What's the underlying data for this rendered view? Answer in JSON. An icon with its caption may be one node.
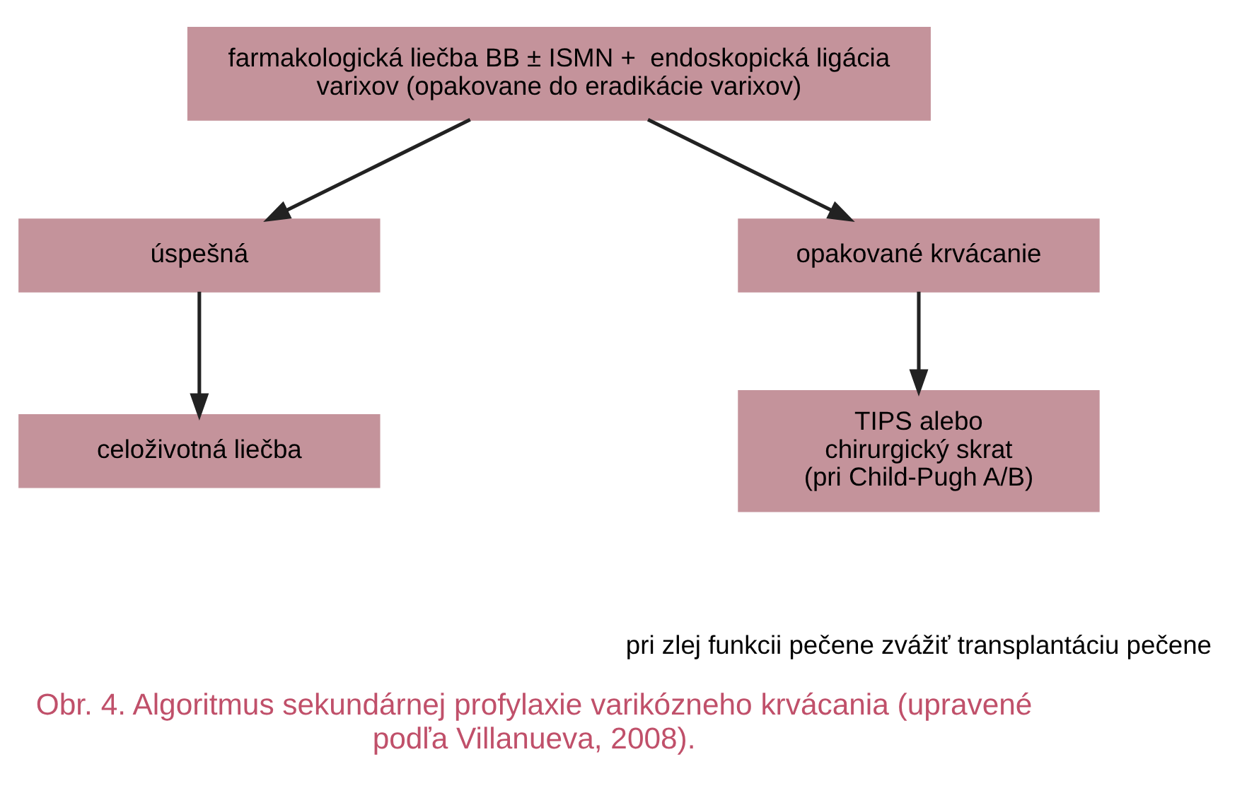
{
  "diagram": {
    "caption": "Obr. 4. Algoritmus sekundárnej profylaxie varikózneho krvácania (upravené podľa Villanueva, 2008).",
    "nodes": [
      {
        "text": [
          "farmakologická liečba BB ± ISMN +  endoskopická ligácia varixov (opakovane do eradikácie varixov)"
        ]
      },
      {
        "text": [
          "úspešná"
        ]
      },
      {
        "text": [
          "opakované krvácanie"
        ]
      },
      {
        "text": [
          "celoživotná liečba"
        ]
      },
      {
        "text": [
          "TIPS alebo chirurgický skrat (pri Child-Pugh A/B)"
        ]
      }
    ],
    "edges": [
      {
        "from": 0,
        "to": 1,
        "arrow": "to"
      },
      {
        "from": 0,
        "to": 2,
        "arrow": "to"
      },
      {
        "from": 1,
        "to": 3,
        "arrow": "to"
      },
      {
        "from": 2,
        "to": 4,
        "arrow": "to"
      }
    ],
    "labels": [
      "pri zlej funkcii pečene zvážiť transplantáciu pečene"
    ]
  }
}
